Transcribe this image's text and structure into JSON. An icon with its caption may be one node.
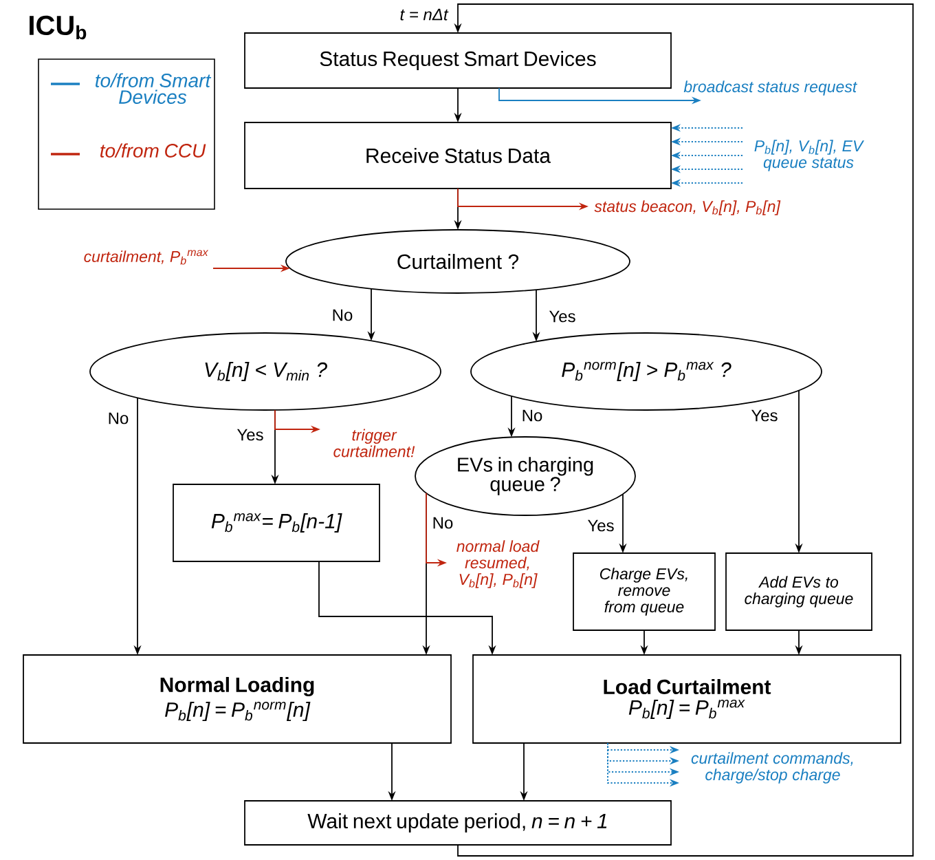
{
  "diagram": {
    "title": "ICU$_{b}$",
    "nodes": [
      {
        "text": [
          "Status Request Smart Devices"
        ],
        "beside": [
          "t = nΔt"
        ]
      },
      {
        "text": [
          "Receive Status Data"
        ]
      },
      {
        "text": [
          "Curtailment ?"
        ]
      },
      {
        "text": [
          "V$_{b}$[n] < V$_{min}$ ?"
        ]
      },
      {
        "text": [
          "P$_{b}$$^{norm}$[n] > P$_{b}$$^{max}$ ?"
        ]
      },
      {
        "text": [
          "EVs in charging queue ?"
        ]
      },
      {
        "text": [
          "P$_{b}$$^{max}$= P$_{b}$[n-1]"
        ]
      },
      {
        "text": [
          "Charge EVs, remove from queue"
        ]
      },
      {
        "text": [
          "Add EVs to charging queue"
        ]
      },
      {
        "text": [
          "Normal Loading",
          "P$_{b}$[n] = P$_{b}$$^{norm}$[n]"
        ]
      },
      {
        "text": [
          "Load Curtailment",
          "P$_{b}$[n] = P$_{b}$$^{max}$"
        ]
      },
      {
        "text": [
          "Wait next update period, *n = n + 1*"
        ]
      }
    ],
    "edges": [
      {
        "from": 11,
        "to": 0,
        "arrow": "to"
      },
      {
        "from": 0,
        "to": 1,
        "arrow": "to"
      },
      {
        "from": 1,
        "to": 2,
        "arrow": "to"
      },
      {
        "from": 2,
        "to": 3,
        "arrow": "to",
        "label": "No"
      },
      {
        "from": 2,
        "to": 4,
        "arrow": "to",
        "label": "Yes"
      },
      {
        "from": 3,
        "to": 6,
        "arrow": "to",
        "label": "Yes"
      },
      {
        "from": 3,
        "to": 9,
        "arrow": "to",
        "label": "No"
      },
      {
        "from": 4,
        "to": 5,
        "arrow": "to",
        "label": "No"
      },
      {
        "from": 4,
        "to": 8,
        "arrow": "to",
        "label": "Yes"
      },
      {
        "from": 5,
        "to": 9,
        "arrow": "to",
        "label": "No"
      },
      {
        "from": 5,
        "to": 7,
        "arrow": "to",
        "label": "Yes"
      },
      {
        "from": 6,
        "to": 10,
        "arrow": "to"
      },
      {
        "from": 7,
        "to": 10,
        "arrow": "to"
      },
      {
        "from": 8,
        "to": 10,
        "arrow": "to"
      },
      {
        "from": 9,
        "to": 11,
        "arrow": "to"
      },
      {
        "from": 10,
        "to": 11,
        "arrow": "to"
      },
      {
        "from": 0,
        "to": null,
        "arrow": "to",
        "color": "#1a7fc1",
        "label": "broadcast status request"
      },
      {
        "from": null,
        "to": 1,
        "arrow": "to",
        "style": "dashed",
        "color": "#1a7fc1"
      },
      {
        "from": null,
        "to": 1,
        "arrow": "to",
        "style": "dashed",
        "color": "#1a7fc1"
      },
      {
        "from": null,
        "to": 1,
        "arrow": "to",
        "style": "dashed",
        "color": "#1a7fc1",
        "label": "P$_{b}$[n], V$_{b}$[n], EV queue status"
      },
      {
        "from": null,
        "to": 1,
        "arrow": "to",
        "style": "dashed",
        "color": "#1a7fc1"
      },
      {
        "from": null,
        "to": 1,
        "arrow": "to",
        "style": "dashed",
        "color": "#1a7fc1"
      },
      {
        "from": 1,
        "to": null,
        "arrow": "to",
        "color": "#c0250f",
        "label": "status beacon, V$_{b}$[n], P$_{b}$[n]"
      },
      {
        "from": null,
        "to": 2,
        "arrow": "to",
        "color": "#c0250f",
        "label": "curtailment, P$_{b}$$^{max}$"
      },
      {
        "from": 3,
        "to": null,
        "arrow": "to",
        "color": "#c0250f",
        "label": "trigger curtailment!"
      },
      {
        "from": 5,
        "to": null,
        "arrow": "to",
        "color": "#c0250f",
        "label": "normal load resumed, V$_{b}$[n], P$_{b}$[n]"
      },
      {
        "from": 10,
        "to": null,
        "arrow": "to",
        "style": "dashed",
        "color": "#1a7fc1"
      },
      {
        "from": 10,
        "to": null,
        "arrow": "to",
        "style": "dashed",
        "color": "#1a7fc1",
        "label": "curtailment commands, charge/stop charge"
      },
      {
        "from": 10,
        "to": null,
        "arrow": "to",
        "style": "dashed",
        "color": "#1a7fc1"
      },
      {
        "from": 10,
        "to": null,
        "arrow": "to",
        "style": "dashed",
        "color": "#1a7fc1"
      }
    ],
    "legend": [
      {
        "text": "to/from Smart Devices",
        "color": "#1a7fc1"
      },
      {
        "text": "to/from CCU",
        "color": "#c0250f"
      }
    ]
  }
}
